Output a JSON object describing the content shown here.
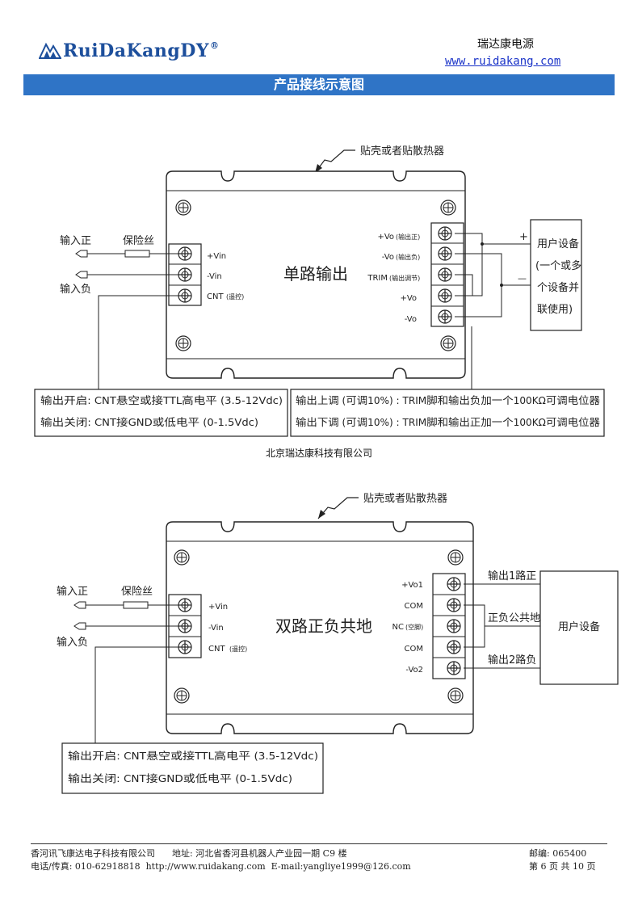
{
  "header": {
    "logo_text": "RuiDaKangDY",
    "logo_reg": "®",
    "company_name": "瑞达康电源",
    "company_url": "www.ruidakang.com"
  },
  "title": "产品接线示意图",
  "diagram1": {
    "heatsink_note": "贴壳或者贴散热器",
    "center_label": "单路输出",
    "input_pos": "输入正",
    "fuse": "保险丝",
    "input_neg": "输入负",
    "pin_vin_pos": "+Vin",
    "pin_vin_neg": "-Vin",
    "pin_cnt": "CNT",
    "pin_cnt_note": "(遥控)",
    "out_pins": [
      {
        "name": "+Vo",
        "note": "(输出正)"
      },
      {
        "name": "-Vo",
        "note": "(输出负)"
      },
      {
        "name": "TRIM",
        "note": "(输出调节)"
      },
      {
        "name": "+Vo",
        "note": ""
      },
      {
        "name": "-Vo",
        "note": ""
      }
    ],
    "plus": "+",
    "minus": "—",
    "user_device_lines": [
      "用户设备",
      "(一个或多",
      "个设备并",
      "联使用)"
    ],
    "note_left": [
      "输出开启: CNT悬空或接TTL高电平 (3.5-12Vdc)",
      "输出关闭: CNT接GND或低电平 (0-1.5Vdc)"
    ],
    "note_right": [
      "输出上调 (可调10%) : TRIM脚和输出负加一个100KΩ可调电位器",
      "输出下调 (可调10%) : TRIM脚和输出正加一个100KΩ可调电位器"
    ]
  },
  "mid_company": "北京瑞达康科技有限公司",
  "diagram2": {
    "heatsink_note": "贴壳或者贴散热器",
    "center_label": "双路正负共地",
    "input_pos": "输入正",
    "fuse": "保险丝",
    "input_neg": "输入负",
    "pin_vin_pos": "+Vin",
    "pin_vin_neg": "-Vin",
    "pin_cnt": "CNT",
    "pin_cnt_note": "(遥控)",
    "out_pins": [
      {
        "name": "+Vo1",
        "note": ""
      },
      {
        "name": "COM",
        "note": ""
      },
      {
        "name": "NC",
        "note": "(空脚)"
      },
      {
        "name": "COM",
        "note": ""
      },
      {
        "name": "-Vo2",
        "note": ""
      }
    ],
    "out1": "输出1路正",
    "common": "正负公共地",
    "out2": "输出2路负",
    "user_device": "用户设备",
    "note": [
      "输出开启: CNT悬空或接TTL高电平 (3.5-12Vdc)",
      "输出关闭: CNT接GND或低电平 (0-1.5Vdc)"
    ]
  },
  "footer": {
    "line1_left": "香河讯飞康达电子科技有限公司      地址: 河北省香河县机器人产业园一期 C9 楼",
    "line2_left": "电话/传真: 010-62918818  http://www.ruidakang.com  E-mail:yangliye1999@126.com",
    "line1_right": "邮编: 065400",
    "line2_right": "第 6 页 共 10 页"
  }
}
